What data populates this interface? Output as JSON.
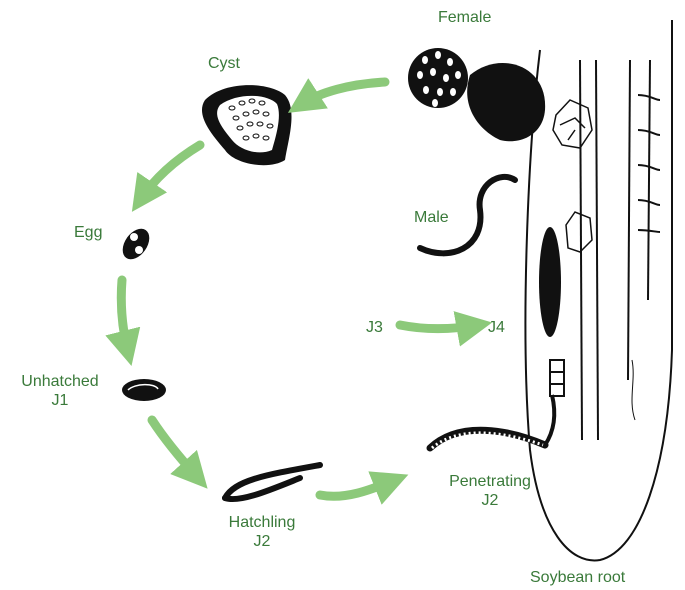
{
  "labels": {
    "cyst": "Cyst",
    "female": "Female",
    "egg": "Egg",
    "male": "Male",
    "j3": "J3",
    "j4": "J4",
    "unhatched_1": "Unhatched",
    "unhatched_2": "J1",
    "hatchling_1": "Hatchling",
    "hatchling_2": "J2",
    "penetrating_1": "Penetrating",
    "penetrating_2": "J2",
    "root": "Soybean root"
  },
  "colors": {
    "arrow": "#8cc97a",
    "label": "#3a7a3a",
    "ink": "#111111"
  }
}
